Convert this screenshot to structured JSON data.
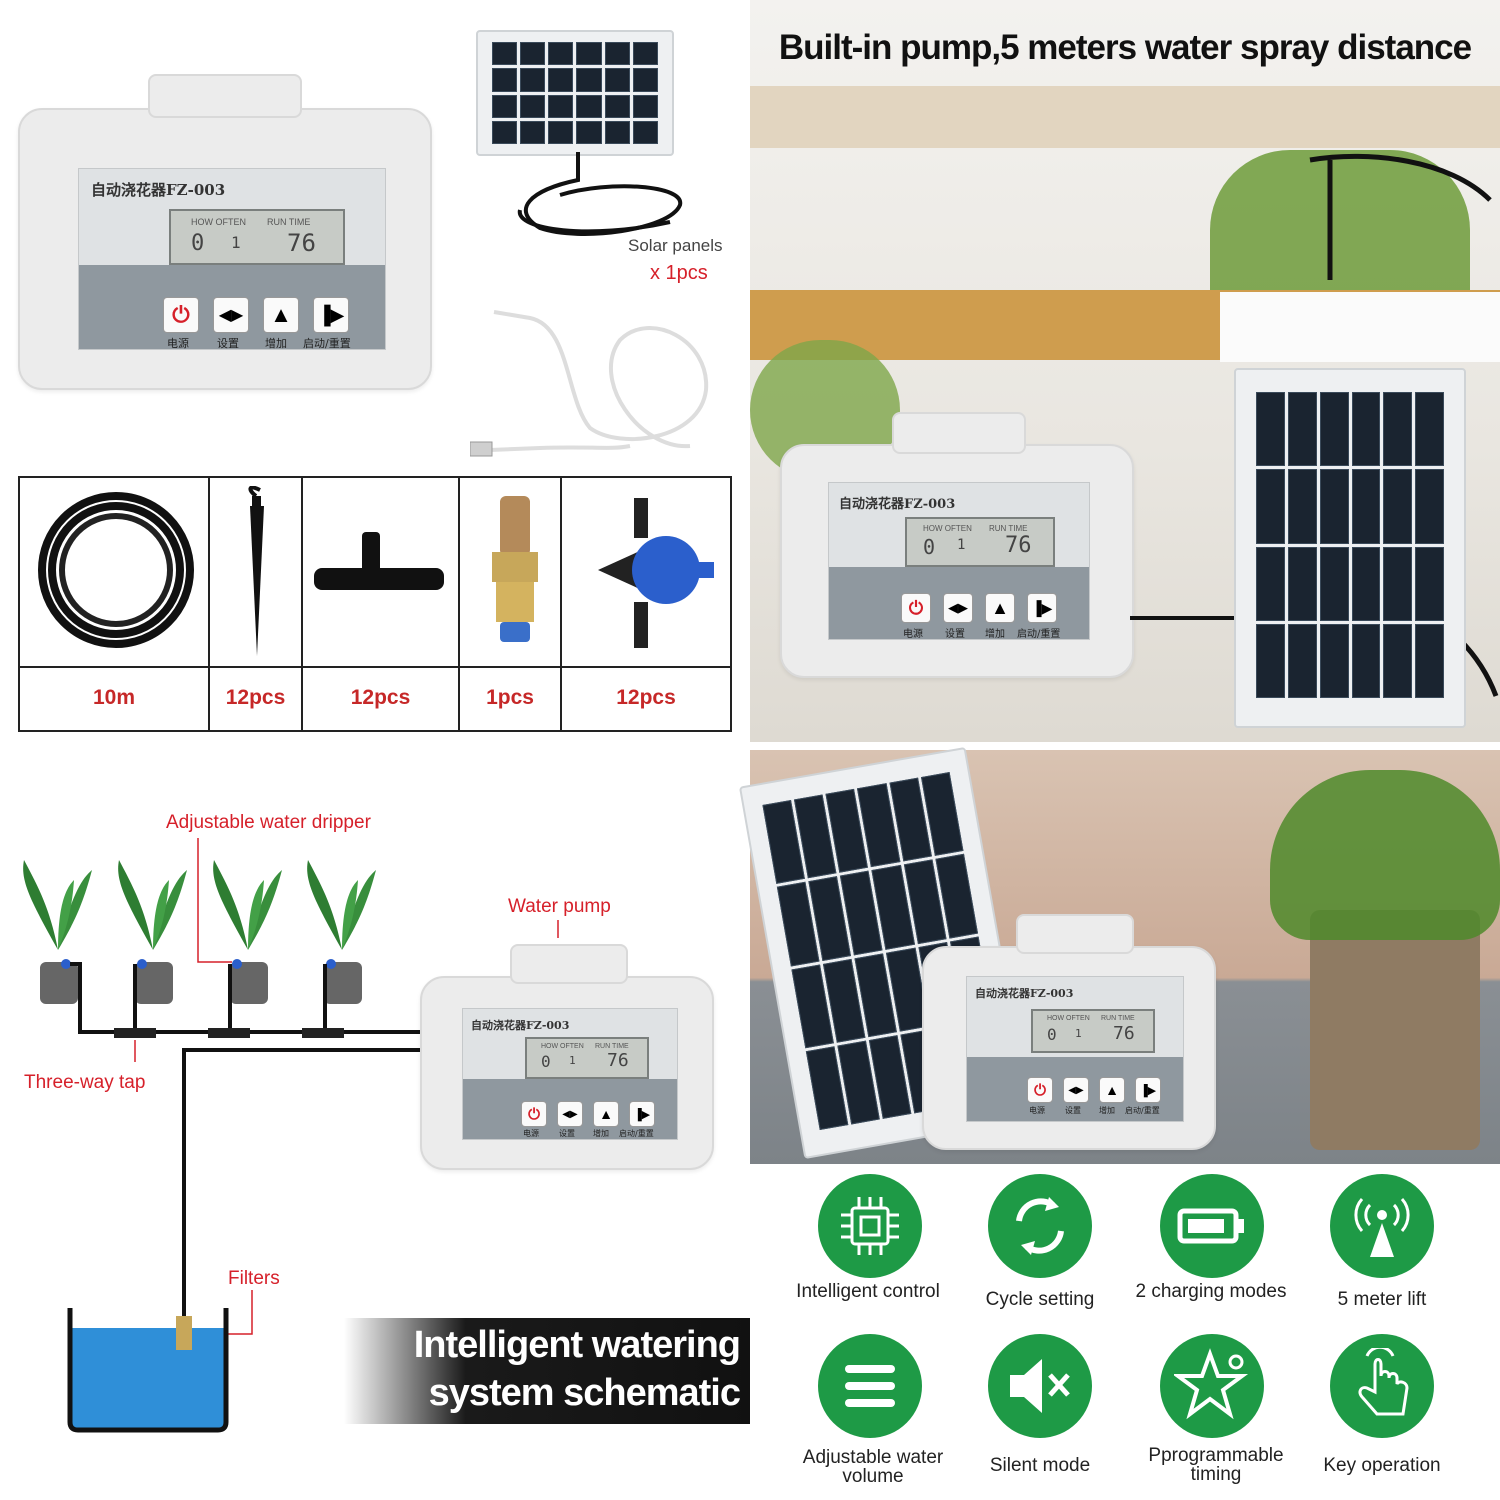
{
  "device": {
    "model": "自动浇花器FZ-003",
    "lcd_labels": [
      "HOW OFTEN",
      "RUN TIME"
    ],
    "lcd_values": [
      "0",
      "1",
      "76"
    ],
    "buttons": [
      "电源",
      "设置",
      "增加",
      "启动/重置"
    ]
  },
  "kit": {
    "solar_caption": "Solar panels",
    "solar_qty": "x 1pcs",
    "items": [
      {
        "name": "hose",
        "qty": "10m"
      },
      {
        "name": "stake",
        "qty": "12pcs"
      },
      {
        "name": "three-way-connector",
        "qty": "12pcs"
      },
      {
        "name": "filter",
        "qty": "1pcs"
      },
      {
        "name": "dripper",
        "qty": "12pcs"
      }
    ]
  },
  "banner_top": "Built-in pump,5 meters water spray distance",
  "schematic": {
    "labels": {
      "dripper": "Adjustable water dripper",
      "pump": "Water pump",
      "tap": "Three-way tap",
      "filters": "Filters"
    },
    "title_line1": "Intelligent watering",
    "title_line2": "system schematic"
  },
  "features": [
    {
      "icon": "chip-icon",
      "label": "Intelligent control"
    },
    {
      "icon": "cycle-icon",
      "label": "Cycle setting"
    },
    {
      "icon": "battery-icon",
      "label": "2 charging modes"
    },
    {
      "icon": "signal-icon",
      "label": "5 meter lift"
    },
    {
      "icon": "menu-icon",
      "label": "Adjustable water volume"
    },
    {
      "icon": "mute-icon",
      "label": "Silent mode"
    },
    {
      "icon": "star-icon",
      "label": "Pprogrammable timing"
    },
    {
      "icon": "touch-icon",
      "label": "Key operation"
    }
  ],
  "colors": {
    "accent_green": "#1e9a46",
    "label_red": "#d6202a"
  }
}
